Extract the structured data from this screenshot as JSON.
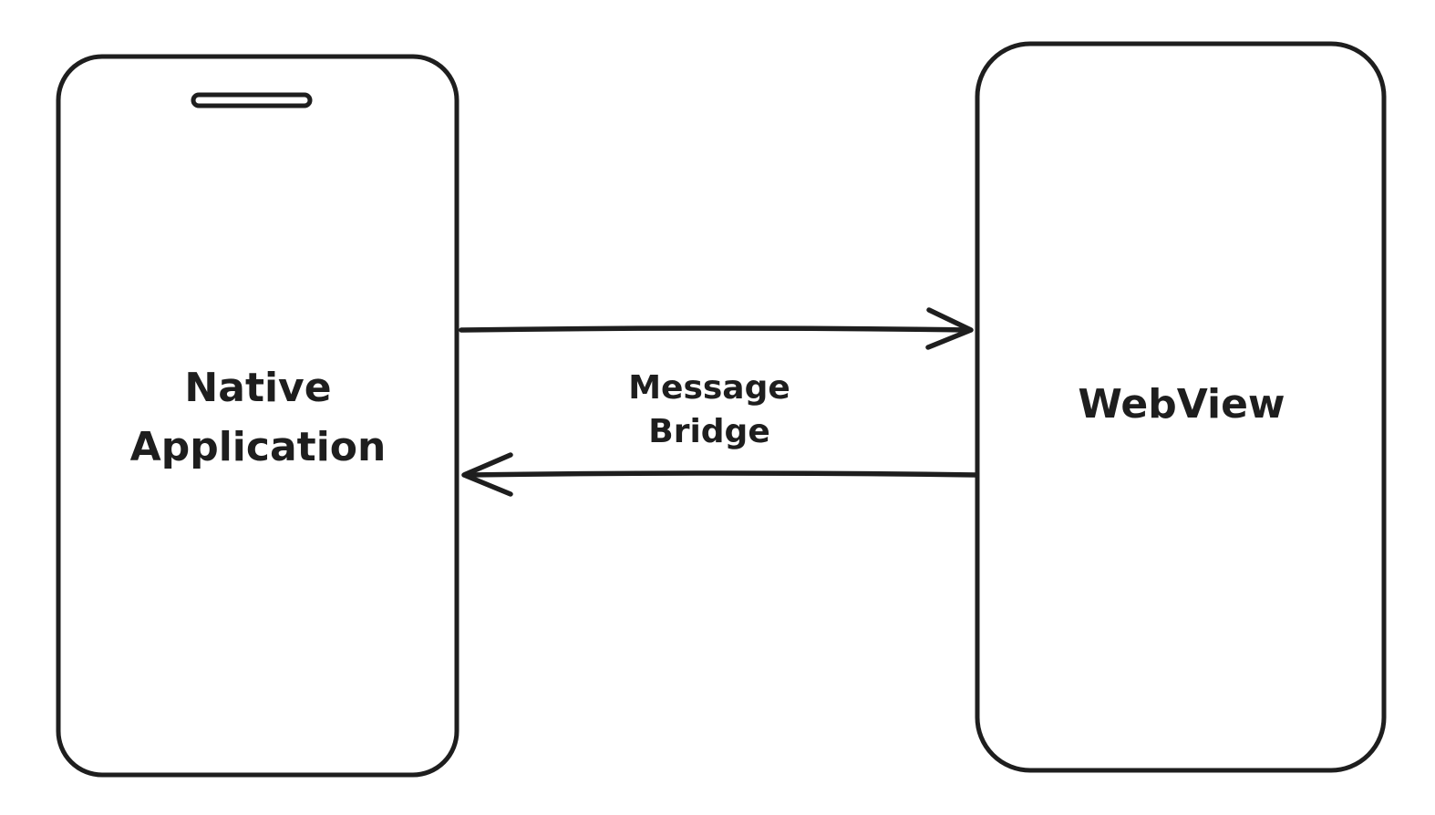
{
  "canvas": {
    "background": "#ffffff",
    "stroke": "#1e1e1e"
  },
  "nodes": {
    "native_application": {
      "label_line1": "Native",
      "label_line2": "Application",
      "speaker_icon": "phone-speaker-slot"
    },
    "webview": {
      "label": "WebView"
    }
  },
  "bridge": {
    "label_line1": "Message",
    "label_line2": "Bridge"
  }
}
